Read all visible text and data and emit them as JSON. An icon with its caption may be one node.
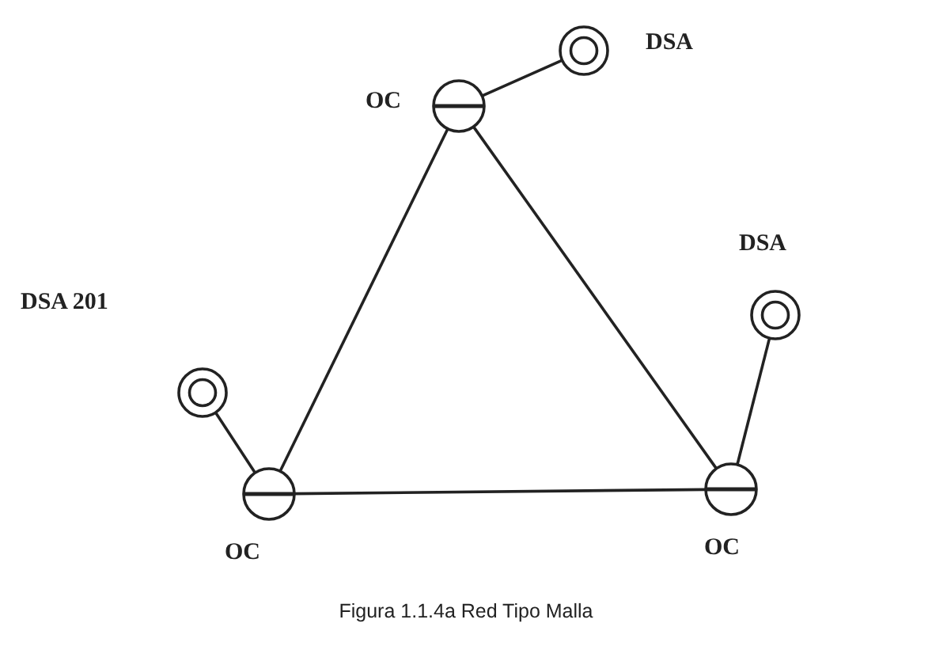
{
  "diagram": {
    "caption": "Figura 1.1.4a Red Tipo Malla",
    "nodes": [
      {
        "text": [
          "OC"
        ]
      },
      {
        "text": [
          "DSA"
        ]
      },
      {
        "text": [
          "DSA 201"
        ]
      },
      {
        "text": [
          "DSA"
        ]
      },
      {
        "text": [
          "OC"
        ]
      },
      {
        "text": [
          "OC"
        ]
      }
    ],
    "edges": [
      {
        "from": 0,
        "to": 1,
        "arrow": "none"
      },
      {
        "from": 0,
        "to": 4,
        "arrow": "none"
      },
      {
        "from": 0,
        "to": 5,
        "arrow": "none"
      },
      {
        "from": 4,
        "to": 5,
        "arrow": "none"
      },
      {
        "from": 2,
        "to": 4,
        "arrow": "none"
      },
      {
        "from": 3,
        "to": 5,
        "arrow": "none"
      }
    ]
  }
}
